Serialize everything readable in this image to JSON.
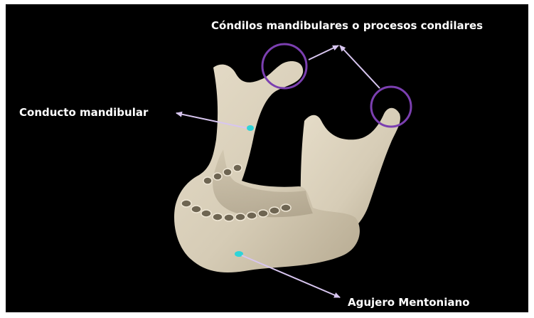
{
  "labels": {
    "condilos": "Cóndilos mandibulares o procesos condilares",
    "conducto": "Conducto mandibular",
    "agujero": "Agujero Mentoniano"
  },
  "colors": {
    "background": "#000000",
    "bone": "#d9d0bc",
    "circle": "#7b3fb0",
    "arrow": "#d8c6f0",
    "foramen": "#2fd4d8"
  },
  "icons": {
    "condyle_marker": "purple-circle-icon",
    "foramen_marker": "cyan-dot-icon"
  }
}
